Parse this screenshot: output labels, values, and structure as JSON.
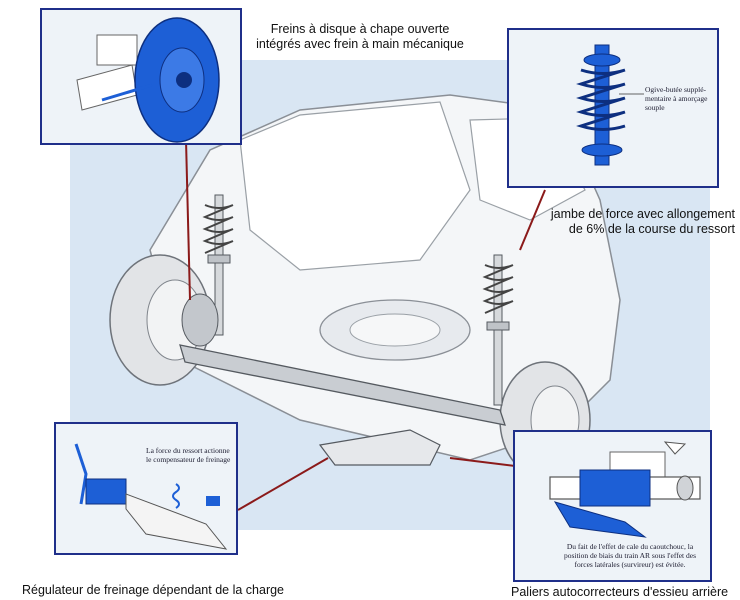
{
  "captions": {
    "top_title_line1": "Freins à disque à chape ouverte",
    "top_title_line2": "intégrés avec frein à main mécanique",
    "strut_line1": "jambe de force avec allongement",
    "strut_line2": "de 6% de la course du ressort",
    "regulator": "Régulateur de freinage dépendant de la charge",
    "bearings": "Paliers autocorrecteurs d'essieu arrière"
  },
  "inset_notes": {
    "spring_note": "Ogive-butée supplé-mentaire à amorçage souple",
    "regulator_note": "La force du ressort actionne le compensateur de freinage",
    "bearing_note": "Du fait de l'effet de cale du caoutchouc, la position de biais du train AR sous l'effet des forces latérales (survireur) est évitée."
  },
  "colors": {
    "frame": "#1f2f8a",
    "highlight_blue": "#1d5fd6",
    "leader_red": "#8b1a1a",
    "background_panel": "#d9e6f3"
  }
}
